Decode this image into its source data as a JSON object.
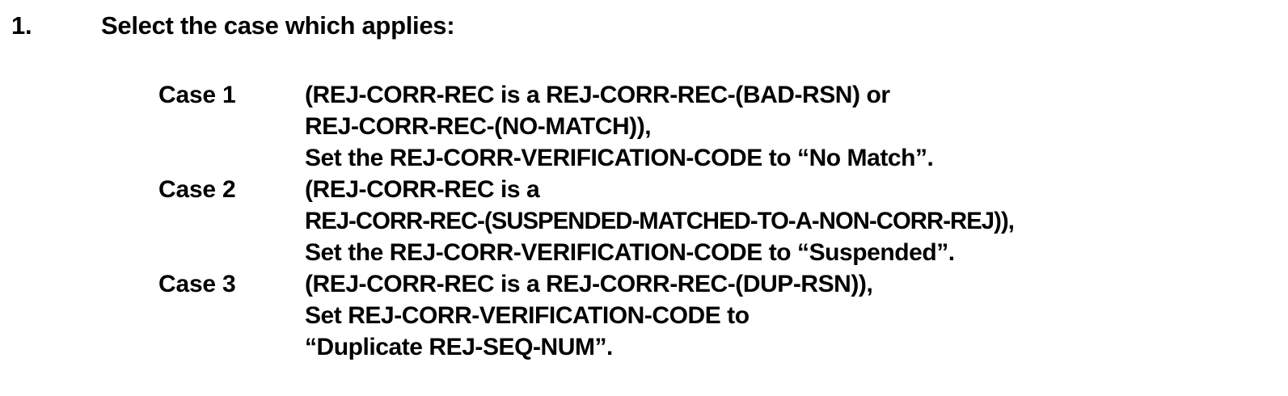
{
  "document": {
    "background_color": "#ffffff",
    "text_color": "#000000",
    "item": {
      "number": "1.",
      "heading": "Select the case which applies:"
    },
    "cases": [
      {
        "label": "Case 1",
        "lines": [
          "(REJ-CORR-REC is a REJ-CORR-REC-(BAD-RSN) or",
          "REJ-CORR-REC-(NO-MATCH)),",
          "Set the REJ-CORR-VERIFICATION-CODE to “No Match”."
        ]
      },
      {
        "label": "Case 2",
        "lines": [
          "(REJ-CORR-REC is a",
          "REJ-CORR-REC-(SUSPENDED-MATCHED-TO-A-NON-CORR-REJ)),",
          "Set the REJ-CORR-VERIFICATION-CODE to “Suspended”."
        ]
      },
      {
        "label": "Case 3",
        "lines": [
          "(REJ-CORR-REC is a REJ-CORR-REC-(DUP-RSN)),",
          "Set REJ-CORR-VERIFICATION-CODE to",
          "“Duplicate REJ-SEQ-NUM”."
        ]
      }
    ]
  }
}
